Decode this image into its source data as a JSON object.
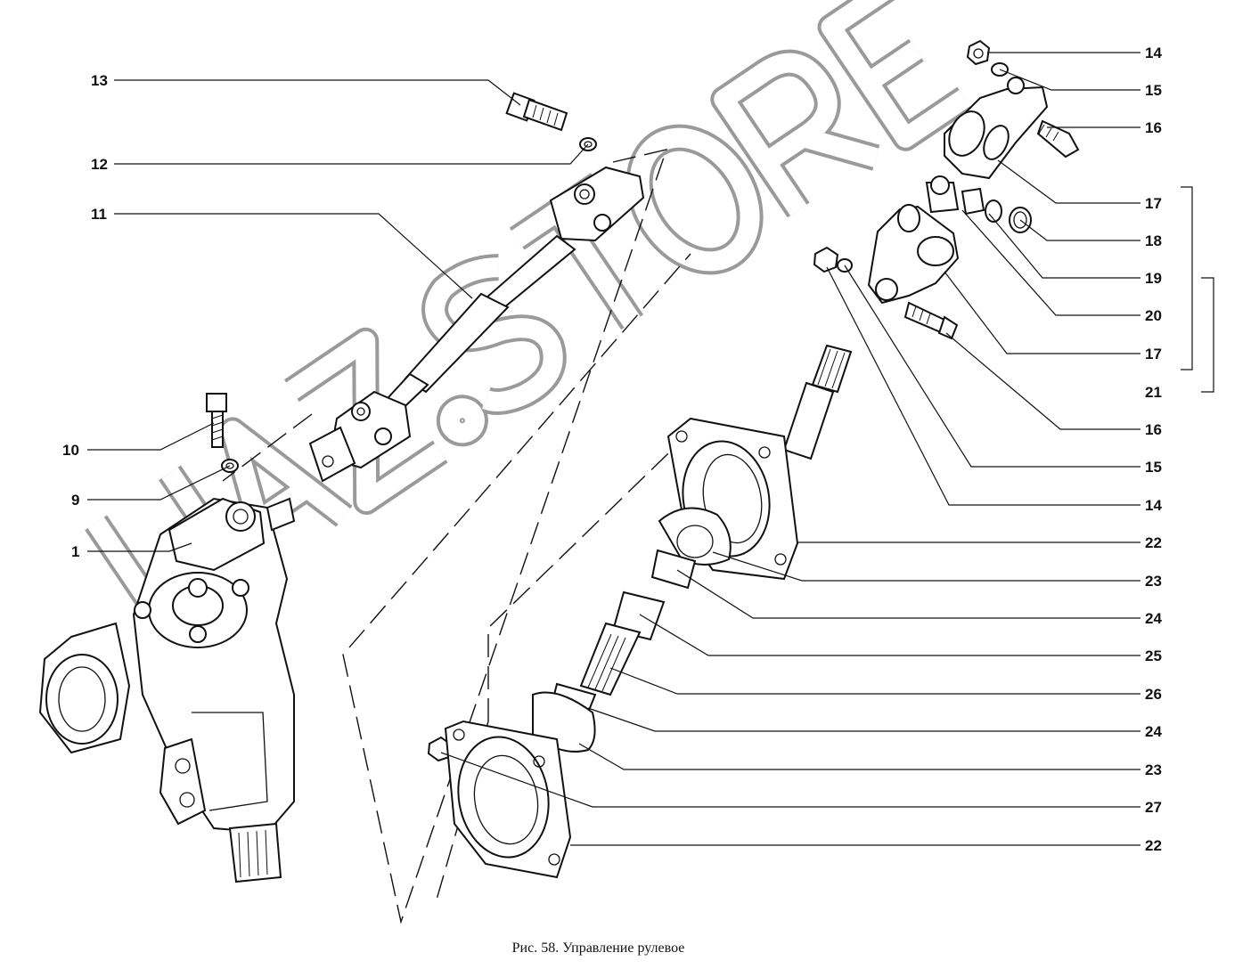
{
  "figure": {
    "caption": "Рис. 58. Управление рулевое",
    "watermark": "UAZ.STORE",
    "colors": {
      "line": "#111111",
      "watermark": "#9a9a9a",
      "background": "#ffffff"
    }
  },
  "callouts": [
    {
      "id": "c13",
      "label": "13"
    },
    {
      "id": "c12",
      "label": "12"
    },
    {
      "id": "c11",
      "label": "11"
    },
    {
      "id": "c10",
      "label": "10"
    },
    {
      "id": "c9",
      "label": "9"
    },
    {
      "id": "c1",
      "label": "1"
    },
    {
      "id": "c14a",
      "label": "14"
    },
    {
      "id": "c15a",
      "label": "15"
    },
    {
      "id": "c16a",
      "label": "16"
    },
    {
      "id": "c17a",
      "label": "17"
    },
    {
      "id": "c18",
      "label": "18"
    },
    {
      "id": "c19",
      "label": "19"
    },
    {
      "id": "c20",
      "label": "20"
    },
    {
      "id": "c17b",
      "label": "17"
    },
    {
      "id": "c21",
      "label": "21"
    },
    {
      "id": "c16b",
      "label": "16"
    },
    {
      "id": "c15b",
      "label": "15"
    },
    {
      "id": "c14b",
      "label": "14"
    },
    {
      "id": "c22a",
      "label": "22"
    },
    {
      "id": "c23a",
      "label": "23"
    },
    {
      "id": "c24a",
      "label": "24"
    },
    {
      "id": "c25",
      "label": "25"
    },
    {
      "id": "c26",
      "label": "26"
    },
    {
      "id": "c24b",
      "label": "24"
    },
    {
      "id": "c23b",
      "label": "23"
    },
    {
      "id": "c27",
      "label": "27"
    },
    {
      "id": "c22b",
      "label": "22"
    }
  ]
}
